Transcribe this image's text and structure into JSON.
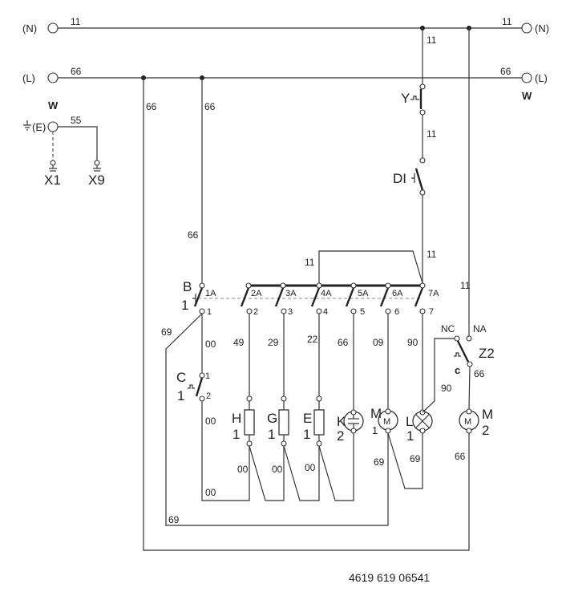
{
  "supply": {
    "neutral_left": "(N)",
    "neutral_right": "(N)",
    "live_left": "(L)",
    "live_right": "(L)",
    "earth": "(E)",
    "w_left": "W",
    "w_right": "W",
    "x1": "X1",
    "x9": "X9"
  },
  "wire_labels": [
    "11",
    "11",
    "66",
    "66",
    "55",
    "66",
    "66",
    "11",
    "11",
    "66",
    "11",
    "11",
    "11",
    "69",
    "00",
    "49",
    "29",
    "22",
    "66",
    "09",
    "90",
    "90",
    "66",
    "00",
    "00",
    "00",
    "00",
    "69",
    "69",
    "66",
    "00",
    "69"
  ],
  "components": {
    "y": "Y",
    "di": "DI",
    "b": "B",
    "b_num": "1",
    "c": "C",
    "c_num": "1",
    "h": "H",
    "h_num": "1",
    "g": "G",
    "g_num": "1",
    "e": "E",
    "e_num": "1",
    "k": "K",
    "k_num": "2",
    "m1": "M",
    "m1_num": "1",
    "l": "L",
    "l_num": "1",
    "m2": "M",
    "m2_num": "2",
    "motor_symbol": "M",
    "z2": "Z2",
    "z2_c": "c",
    "z2_nc": "NC",
    "z2_na": "NA"
  },
  "selector_terminals_top": [
    "1A",
    "2A",
    "3A",
    "4A",
    "5A",
    "6A",
    "7A"
  ],
  "selector_terminals_bottom": [
    "1",
    "2",
    "3",
    "4",
    "5",
    "6",
    "7"
  ],
  "c_terminals": [
    "1",
    "2"
  ],
  "drawing_code": "4619 619 06541"
}
